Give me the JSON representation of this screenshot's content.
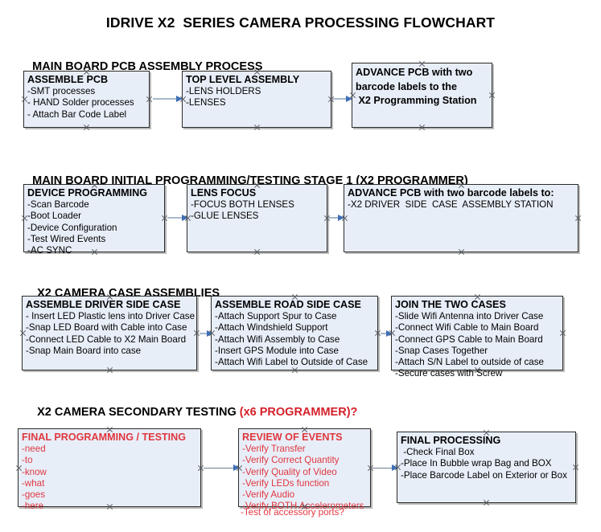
{
  "document": {
    "title": "IDRIVE X2  SERIES CAMERA PROCESSING FLOWCHART"
  },
  "colors": {
    "box_fill": "#e8eef8",
    "box_border": "#2a2a2a",
    "text": "#000000",
    "red_text": "#e0373f",
    "red_header": "#d4202a",
    "arrow_line": "#a8b8cc",
    "arrow_head": "#3f6fb5"
  },
  "sections": [
    {
      "id": "main-board-pcb-assembly",
      "heading": "MAIN BOARD PCB ASSEMBLY PROCESS",
      "heading_red": "",
      "boxes": [
        {
          "id": "assemble-pcb",
          "title": "ASSEMBLE PCB",
          "title_lines": [
            "ASSEMBLE PCB"
          ],
          "lines": [
            "-SMT processes",
            "- HAND Solder processes",
            "- Attach Bar Code Label"
          ],
          "red": false
        },
        {
          "id": "top-level-assembly",
          "title": "TOP LEVEL ASSEMBLY",
          "title_lines": [
            "TOP LEVEL ASSEMBLY"
          ],
          "lines": [
            "-LENS HOLDERS",
            "-LENSES"
          ],
          "red": false
        },
        {
          "id": "advance-pcb-to-x2-programming-station",
          "title": "ADVANCE PCB with two barcode labels to the  X2 Programming Station",
          "title_lines": [
            "ADVANCE PCB with two",
            "barcode labels to the",
            " X2 Programming Station"
          ],
          "lines": [],
          "red": false
        }
      ]
    },
    {
      "id": "main-board-initial-programming",
      "heading": "MAIN BOARD INITIAL PROGRAMMING/TESTING STAGE 1 (X2 PROGRAMMER)",
      "heading_red": "",
      "boxes": [
        {
          "id": "device-programming",
          "title": "DEVICE PROGRAMMING",
          "title_lines": [
            "DEVICE PROGRAMMING"
          ],
          "lines": [
            "-Scan Barcode",
            "-Boot Loader",
            "-Device Configuration",
            "-Test Wired Events",
            "-AC SYNC"
          ],
          "red": false
        },
        {
          "id": "lens-focus",
          "title": "LENS FOCUS",
          "title_lines": [
            "LENS FOCUS"
          ],
          "lines": [
            "-FOCUS BOTH LENSES",
            "-GLUE LENSES"
          ],
          "red": false
        },
        {
          "id": "advance-pcb-to-driver-side-case-assembly",
          "title": "ADVANCE PCB with two barcode labels to:",
          "title_lines": [
            "ADVANCE PCB with two barcode labels to:"
          ],
          "lines": [
            "-X2 DRIVER  SIDE  CASE  ASSEMBLY STATION"
          ],
          "red": false
        }
      ]
    },
    {
      "id": "x2-camera-case-assemblies",
      "heading": "X2 CAMERA CASE ASSEMBLIES",
      "heading_red": "",
      "boxes": [
        {
          "id": "assemble-driver-side-case",
          "title": "ASSEMBLE DRIVER SIDE CASE",
          "title_lines": [
            "ASSEMBLE DRIVER SIDE CASE"
          ],
          "lines": [
            "- Insert LED Plastic lens into Driver Case",
            "-Snap LED Board with Cable into Case",
            "-Connect LED Cable to X2 Main Board",
            "-Snap Main Board into case"
          ],
          "red": false
        },
        {
          "id": "assemble-road-side-case",
          "title": "ASSEMBLE ROAD SIDE CASE",
          "title_lines": [
            "ASSEMBLE ROAD SIDE CASE"
          ],
          "lines": [
            "-Attach Support Spur to Case",
            "-Attach Windshield Support",
            "-Attach Wifi Assembly to Case",
            "-Insert GPS Module into Case",
            "-Attach Wifi Label to Outside of Case"
          ],
          "red": false
        },
        {
          "id": "join-the-two-cases",
          "title": "JOIN THE TWO CASES",
          "title_lines": [
            "JOIN THE TWO CASES"
          ],
          "lines": [
            "-Slide Wifi Antenna into Driver Case",
            "-Connect Wifi Cable to Main Board",
            "-Connect GPS Cable to Main Board",
            "-Snap Cases Together",
            "-Attach S/N Label to outside of case",
            "-Secure cases with Screw"
          ],
          "red": false
        }
      ]
    },
    {
      "id": "x2-camera-secondary-testing",
      "heading": "X2 CAMERA SECONDARY TESTING ",
      "heading_red": "(x6 PROGRAMMER)?",
      "boxes": [
        {
          "id": "final-programming-testing",
          "title": "FINAL PROGRAMMING / TESTING",
          "title_lines": [
            "FINAL PROGRAMMING / TESTING"
          ],
          "lines": [
            "-need",
            "-to",
            "-know",
            "-what",
            "-goes",
            "-here"
          ],
          "red": true
        },
        {
          "id": "review-of-events",
          "title": "REVIEW OF EVENTS",
          "title_lines": [
            "REVIEW OF EVENTS"
          ],
          "lines": [
            "-Verify Transfer",
            "-Verify Correct Quantity",
            "-Verify Quality of Video",
            "-Verify LEDs function",
            "-Verify Audio",
            "-Verify BOTH Accelerometers"
          ],
          "overflow_line": "-Test of accessory ports?",
          "red": true
        },
        {
          "id": "final-processing",
          "title": "FINAL PROCESSING",
          "title_lines": [
            "FINAL PROCESSING"
          ],
          "lines": [
            " -Check Final Box",
            "-Place In Bubble wrap Bag and BOX",
            "-Place Barcode Label on Exterior or Box"
          ],
          "red": false
        }
      ]
    }
  ]
}
